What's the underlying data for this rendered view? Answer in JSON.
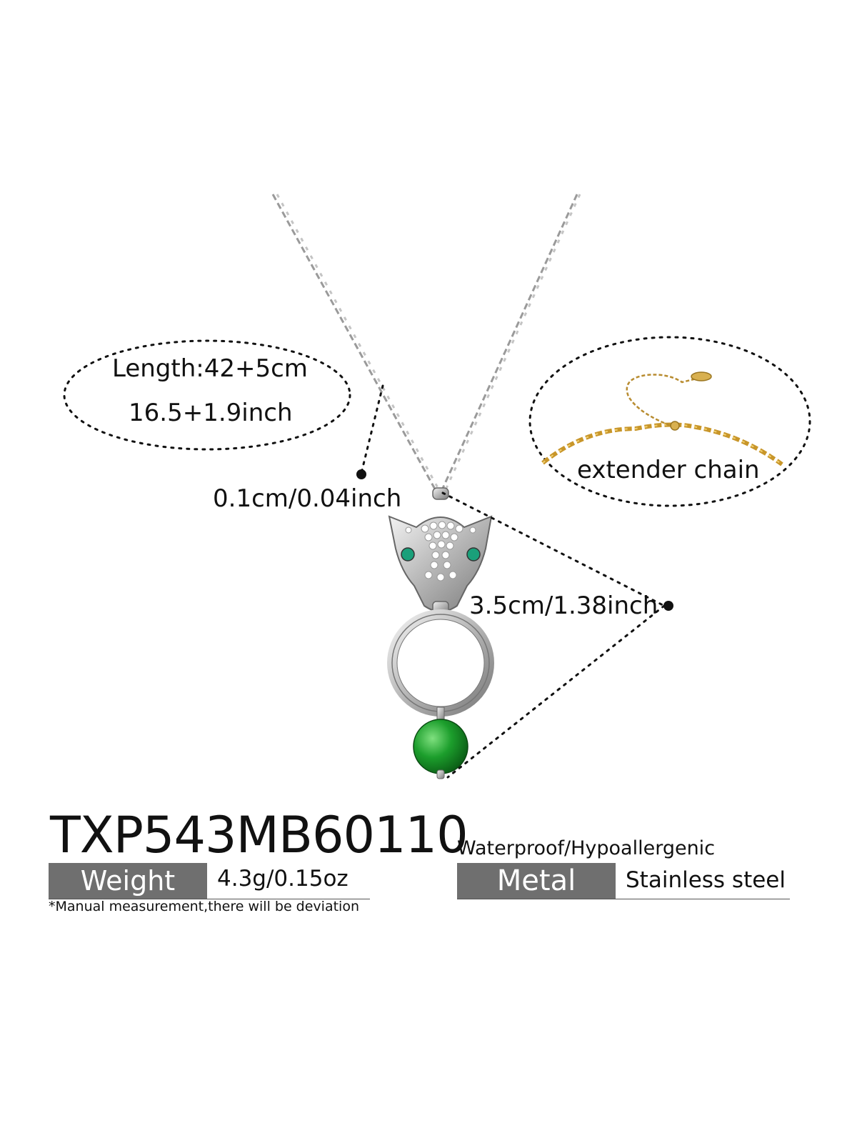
{
  "callouts": {
    "length_cm": "Length:42+5cm",
    "length_inch": "16.5+1.9inch",
    "chain_thickness": "0.1cm/0.04inch",
    "pendant_size": "3.5cm/1.38inch",
    "extender_label": "extender  chain"
  },
  "product": {
    "sku": "TXP543MB60110",
    "weight_label": "Weight",
    "weight_value": "4.3g/0.15oz",
    "features": "Waterproof/Hypoallergenic",
    "metal_label": "Metal",
    "metal_value": "Stainless steel",
    "disclaimer": "*Manual measurement,there will be deviation"
  },
  "colors": {
    "label_bg": "#6f6f6f",
    "chain_silver": "#9a9a9a",
    "gem_green": "#1a9a2a",
    "extender_gold": "#c8962a"
  },
  "icons": [
    "necklace-illustration",
    "leopard-head-pendant",
    "green-bead",
    "gold-extender-chain"
  ]
}
